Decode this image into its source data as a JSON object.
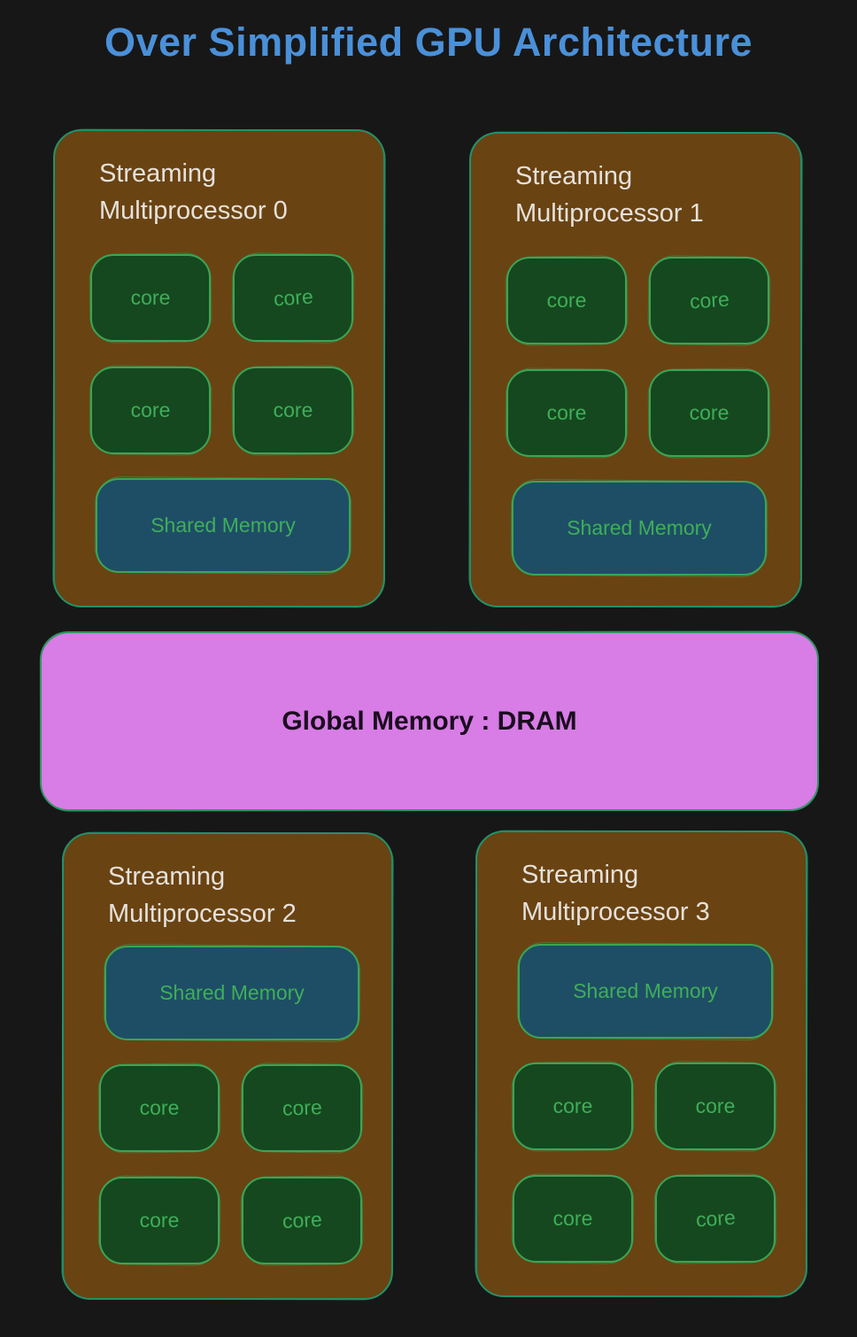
{
  "title": "Over Simplified GPU Architecture",
  "global_memory": {
    "label": "Global Memory : DRAM"
  },
  "sms": [
    {
      "title": "Streaming Multiprocessor 0",
      "shared_memory_label": "Shared Memory",
      "shared_position": "bottom",
      "cores": [
        "core",
        "core",
        "core",
        "core"
      ]
    },
    {
      "title": "Streaming Multiprocessor 1",
      "shared_memory_label": "Shared Memory",
      "shared_position": "bottom",
      "cores": [
        "core",
        "core",
        "core",
        "core"
      ]
    },
    {
      "title": "Streaming Multiprocessor 2",
      "shared_memory_label": "Shared Memory",
      "shared_position": "top",
      "cores": [
        "core",
        "core",
        "core",
        "core"
      ]
    },
    {
      "title": "Streaming Multiprocessor 3",
      "shared_memory_label": "Shared Memory",
      "shared_position": "top",
      "cores": [
        "core",
        "core",
        "core",
        "core"
      ]
    }
  ],
  "colors": {
    "background": "#171717",
    "title_text": "#4a90d9",
    "sm_fill": "#6a4312",
    "sm_border": "#1f8e68",
    "sm_title_text": "#e6e1db",
    "core_fill": "#15481f",
    "core_border": "#3aa557",
    "core_text": "#3fae59",
    "shared_fill": "#1e4e66",
    "shared_border": "#3aa557",
    "shared_text": "#3fae59",
    "global_fill": "#d87ce6",
    "global_border": "#2e9460",
    "global_text": "#1a0d1e"
  }
}
